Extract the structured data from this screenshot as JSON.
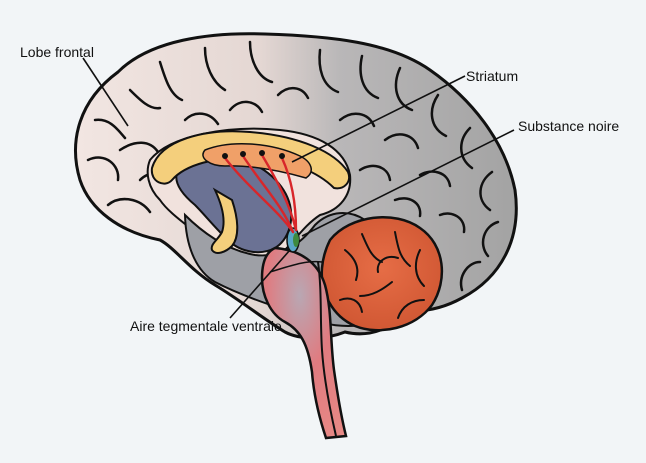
{
  "labels": {
    "frontal_lobe": "Lobe frontal",
    "striatum": "Striatum",
    "substantia_nigra": "Substance noire",
    "vta": "Aire tegmentale ventrale"
  },
  "colors": {
    "background": "#f2f5f7",
    "frontal_cortex": "#f0e3df",
    "posterior_cortex": "#a9a9a9",
    "cerebellum": "#d85f38",
    "brainstem": "#e57f7f",
    "striatum_fill": "#f3cf7e",
    "deep_structures": "#6a7192",
    "dopamine_pathway": "#d8262a",
    "outline": "#111111"
  }
}
